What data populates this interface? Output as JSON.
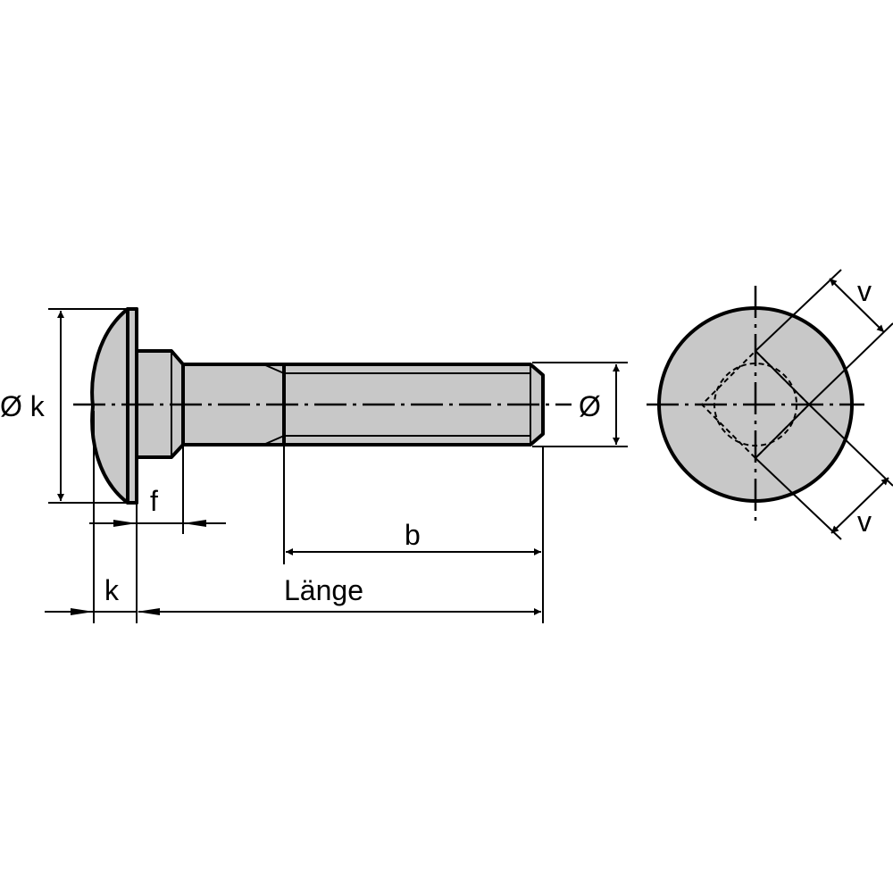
{
  "labels": {
    "head_diameter": "Ø k",
    "shank_diameter": "Ø",
    "f": "f",
    "b": "b",
    "k": "k",
    "length": "Länge",
    "square_top": "v",
    "square_bottom": "v"
  },
  "colors": {
    "fill": "#c8c8c8",
    "line": "#000000",
    "background": "#ffffff"
  }
}
